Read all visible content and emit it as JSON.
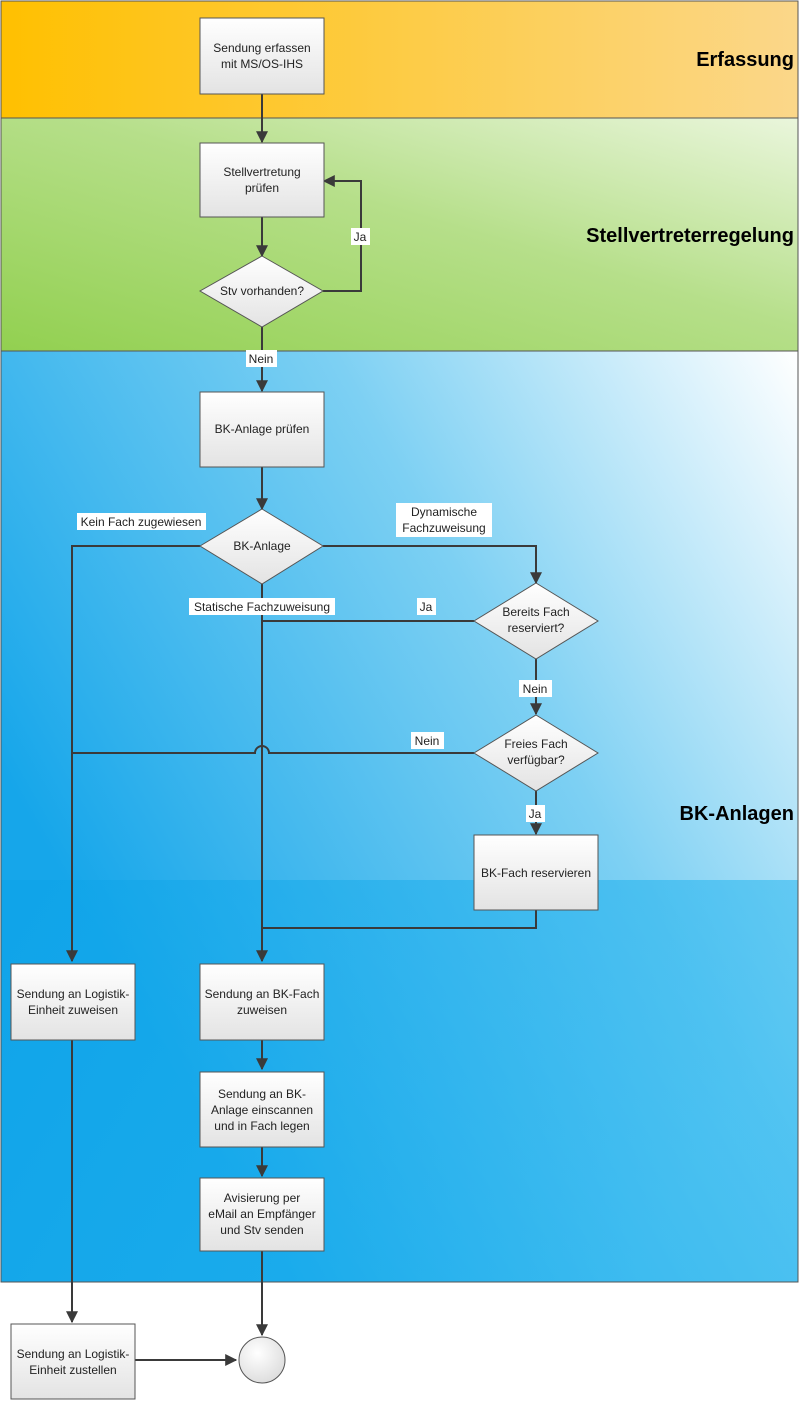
{
  "lanes": [
    {
      "id": "erfassung",
      "title": "Erfassung"
    },
    {
      "id": "stellvertreter",
      "title": "Stellvertreterregelung"
    },
    {
      "id": "bk",
      "title": "BK-Anlagen"
    }
  ],
  "nodes": {
    "erfassen": [
      "Sendung erfassen",
      "mit MS/OS-IHS"
    ],
    "stv_pruefen": [
      "Stellvertretung",
      "prüfen"
    ],
    "stv_vorhanden": [
      "Stv vorhanden?"
    ],
    "bk_pruefen": [
      "BK-Anlage prüfen"
    ],
    "bk_anlage": [
      "BK-Anlage"
    ],
    "bereits_fach": [
      "Bereits Fach",
      "reserviert?"
    ],
    "freies_fach": [
      "Freies Fach",
      "verfügbar?"
    ],
    "fach_reservieren": [
      "BK-Fach reservieren"
    ],
    "logistik_zuweisen": [
      "Sendung an Logistik-",
      "Einheit zuweisen"
    ],
    "bkfach_zuweisen": [
      "Sendung an BK-Fach",
      "zuweisen"
    ],
    "einscannen": [
      "Sendung an BK-",
      "Anlage einscannen",
      "und in Fach legen"
    ],
    "avisierung": [
      "Avisierung per",
      "eMail an Empfänger",
      "und Stv senden"
    ],
    "logistik_zustellen": [
      "Sendung an Logistik-",
      "Einheit zustellen"
    ]
  },
  "edge_labels": {
    "stv_ja": "Ja",
    "stv_nein": "Nein",
    "kein_fach": "Kein Fach zugewiesen",
    "dynamisch": [
      "Dynamische",
      "Fachzuweisung"
    ],
    "statisch": "Statische Fachzuweisung",
    "bereits_ja": "Ja",
    "bereits_nein": "Nein",
    "freies_nein": "Nein",
    "freies_ja": "Ja"
  }
}
